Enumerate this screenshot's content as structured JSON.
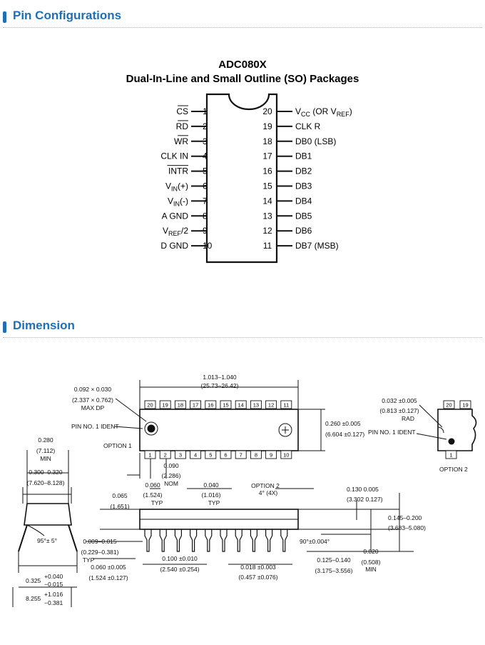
{
  "sections": {
    "pin_config": "Pin Configurations",
    "dimension": "Dimension"
  },
  "pinout": {
    "title": "ADC080X",
    "subtitle": "Dual-In-Line and Small Outline (SO) Packages",
    "left_pins": [
      {
        "num": "1",
        "label": "CS"
      },
      {
        "num": "2",
        "label": "RD"
      },
      {
        "num": "3",
        "label": "WR"
      },
      {
        "num": "4",
        "label": "CLK IN"
      },
      {
        "num": "5",
        "label": "INTR"
      },
      {
        "num": "6",
        "label": "VIN(+)"
      },
      {
        "num": "7",
        "label": "VIN(-)"
      },
      {
        "num": "8",
        "label": "A GND"
      },
      {
        "num": "9",
        "label": "VREF/2"
      },
      {
        "num": "10",
        "label": "D GND"
      }
    ],
    "right_pins": [
      {
        "num": "20",
        "label": "VCC (OR VREF)"
      },
      {
        "num": "19",
        "label": "CLK R"
      },
      {
        "num": "18",
        "label": "DB0 (LSB)"
      },
      {
        "num": "17",
        "label": "DB1"
      },
      {
        "num": "16",
        "label": "DB2"
      },
      {
        "num": "15",
        "label": "DB3"
      },
      {
        "num": "14",
        "label": "DB4"
      },
      {
        "num": "13",
        "label": "DB5"
      },
      {
        "num": "12",
        "label": "DB6"
      },
      {
        "num": "11",
        "label": "DB7 (MSB)"
      }
    ]
  },
  "dimension": {
    "top_pins": [
      "20",
      "19",
      "18",
      "17",
      "16",
      "15",
      "14",
      "13",
      "12",
      "11"
    ],
    "bottom_pins": [
      "1",
      "2",
      "3",
      "4",
      "5",
      "6",
      "7",
      "8",
      "9",
      "10"
    ],
    "labels": {
      "length_in": "1.013–1.040",
      "length_mm": "(25.73–26.42)",
      "dp_in": "0.092 × 0.030",
      "dp_mm": "(2.337 × 0.762)",
      "dp_note": "MAX DP",
      "pin1_ident": "PIN NO. 1 IDENT",
      "option1": "OPTION 1",
      "width_in": "0.260 ±0.005",
      "width_mm": "(6.604 ±0.127)",
      "opt2_rad_in": "0.032 ±0.005",
      "opt2_rad_mm": "(0.813 ±0.127)",
      "opt2_rad": "RAD",
      "opt2_pin1": "PIN NO. 1 IDENT",
      "option2": "OPTION 2",
      "opt2_pins": [
        "20",
        "19",
        "1"
      ],
      "w280_in": "0.280",
      "w280_mm": "(7.112)",
      "w280_min": "MIN",
      "w300_in": "0.300–0.320",
      "w300_mm": "(7.620–8.128)",
      "angle95": "95°± 5°",
      "w325_in": "0.325",
      "w325_tol_plus": "+0.040",
      "w325_tol_minus": "−0.015",
      "w325_mm": "8.255",
      "w325_mm_plus": "+1.016",
      "w325_mm_minus": "−0.381",
      "d009_in": "0.009–0.015",
      "d009_mm": "(0.229–0.381)",
      "d009_typ": "TYP",
      "d060b_in": "0.060 ±0.005",
      "d060b_mm": "(1.524 ±0.127)",
      "d065_in": "0.065",
      "d065_mm": "(1.651)",
      "d060t_in": "0.060",
      "d060t_mm": "(1.524)",
      "d060t_typ": "TYP",
      "d040_in": "0.040",
      "d040_mm": "(1.016)",
      "d040_typ": "TYP",
      "d090_in": "0.090",
      "d090_mm": "(2.286)",
      "d090_nom": "NOM",
      "option2_side": "OPTION 2",
      "angle4": "4° (4X)",
      "d100_in": "0.100 ±0.010",
      "d100_mm": "(2.540 ±0.254)",
      "d018_in": "0.018 ±0.003",
      "d018_mm": "(0.457 ±0.076)",
      "angle90": "90°±0.004°",
      "d130_in": "0.130  0.005",
      "d130_mm": "(3.302  0.127)",
      "d145_in": "0.145–0.200",
      "d145_mm": "(3.683–5.080)",
      "d020_in": "0.020",
      "d020_mm": "(0.508)",
      "d020_min": "MIN",
      "d125_in": "0.125–0.140",
      "d125_mm": "(3.175–3.556)"
    }
  }
}
